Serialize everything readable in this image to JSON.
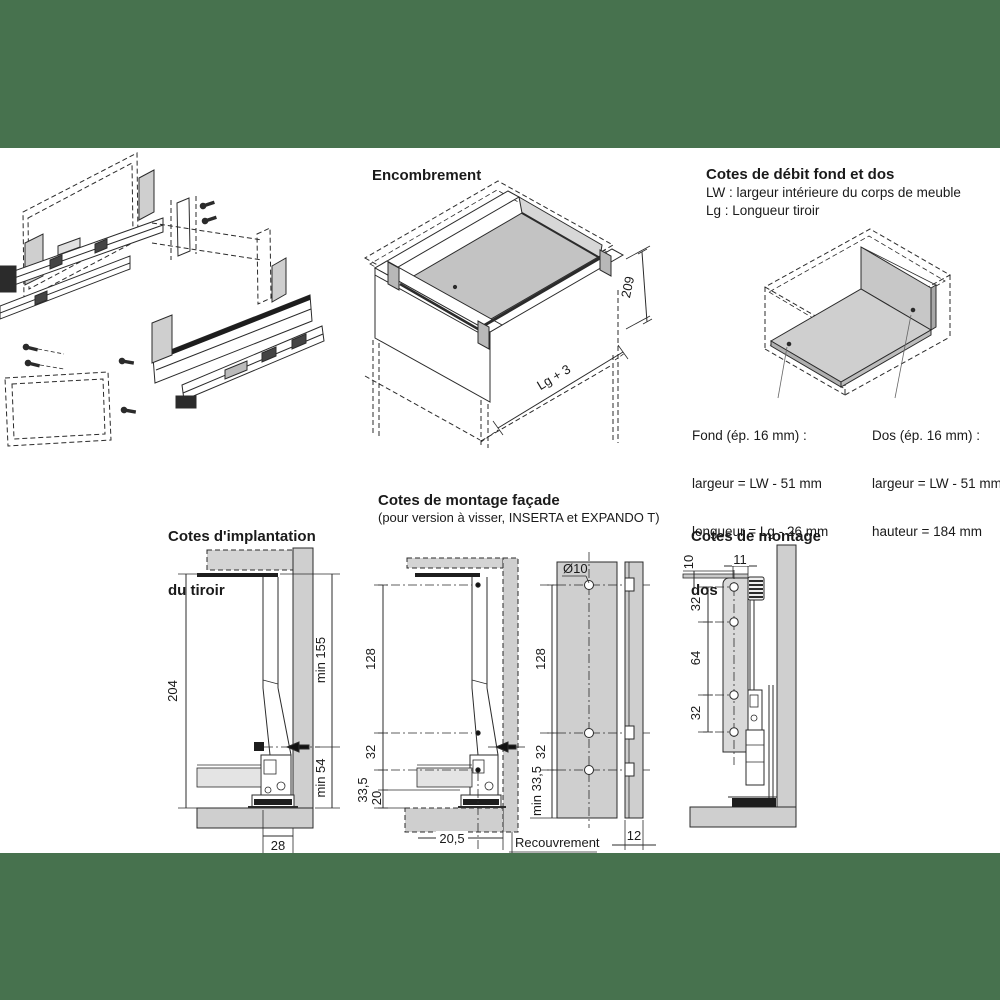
{
  "colors": {
    "band_green": "#47724E",
    "panel_gray": "#cfcfcf",
    "line": "#2b2b2b"
  },
  "top_row": {
    "encombrement": {
      "title": "Encombrement",
      "dim_height": "209",
      "dim_length": "Lg + 3"
    },
    "debit": {
      "title": "Cotes de débit fond et dos",
      "legend_line1": "LW : largeur intérieure du corps de meuble",
      "legend_line2": "Lg : Longueur tiroir",
      "fond_title": "Fond (ép. 16 mm) :",
      "fond_line1": "largeur = LW - 51 mm",
      "fond_line2": "longueur = Lg - 26 mm",
      "dos_title": "Dos (ép. 16 mm) :",
      "dos_line1": "largeur = LW - 51 mm",
      "dos_line2": "hauteur = 184 mm"
    }
  },
  "bottom_row": {
    "implantation": {
      "title_line1": "Cotes d'implantation",
      "title_line2": "du tiroir",
      "dim_total_height": "204",
      "dim_min_top": "min 155",
      "dim_min_bottom": "min 54",
      "dim_bottom_offset": "28"
    },
    "facade": {
      "title": "Cotes de montage façade",
      "subtitle": "(pour version à visser, INSERTA et EXPANDO T)",
      "dim_128_side": "128",
      "dim_32_side": "32",
      "dim_335_side": "33,5",
      "dim_20_side": "20",
      "dim_bottom": "20,5",
      "label_recouvrement": "Recouvrement",
      "hole_diameter": "Ø10",
      "dim_128_front": "128",
      "dim_32_front": "32",
      "dim_min335_front": "min 33,5",
      "dim_thickness": "12"
    },
    "dos_mount": {
      "title_line1": "Cotes de montage",
      "title_line2": "dos",
      "dim_top_vert": "10",
      "dim_top_horiz": "11",
      "dim_hole_1": "32",
      "dim_hole_2": "64",
      "dim_hole_3": "32"
    }
  }
}
